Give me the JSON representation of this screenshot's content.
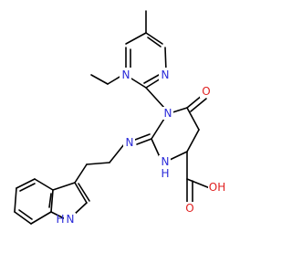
{
  "molecule": {
    "colors": {
      "carbon": "#000000",
      "nitrogen": "#2b2bd9",
      "oxygen": "#e02020",
      "background": "#ffffff"
    },
    "atom_labels": {
      "pyrimidine_n_top": "N",
      "pyrimidine_n_bottom": "N",
      "ring_n1": "N",
      "imine_n": "N",
      "nh_ring": "N",
      "nh_ring_h": "H",
      "carbonyl_o": "O",
      "acid_oh": "OH",
      "acid_o": "O",
      "indole_n": "N",
      "indole_h": "H"
    }
  }
}
